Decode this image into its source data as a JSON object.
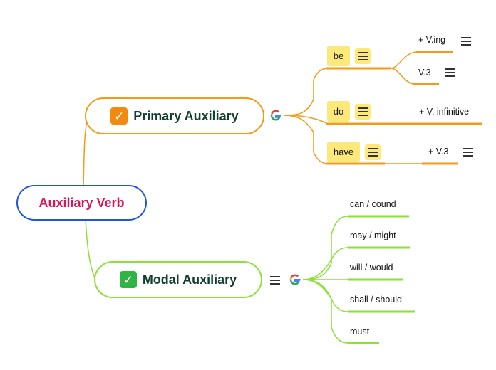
{
  "root": {
    "label": "Auxiliary Verb"
  },
  "primary": {
    "label": "Primary Auxiliary",
    "children": [
      {
        "label": "be",
        "leaves": [
          "+ V.ing",
          "V.3"
        ]
      },
      {
        "label": "do",
        "leaves": [
          "+ V. infinitive"
        ]
      },
      {
        "label": "have",
        "leaves": [
          "+ V.3"
        ]
      }
    ]
  },
  "modal": {
    "label": "Modal Auxiliary",
    "children": [
      "can / cound",
      "may / might",
      "will / would",
      "shall / should",
      "must"
    ]
  },
  "colors": {
    "root_border": "#2255dd",
    "root_text": "#d6175a",
    "primary_branch": "#f49a15",
    "modal_branch": "#8ae234",
    "topic_fill": "#fde97a"
  },
  "icons": [
    "check-icon",
    "google-icon",
    "menu-icon"
  ]
}
